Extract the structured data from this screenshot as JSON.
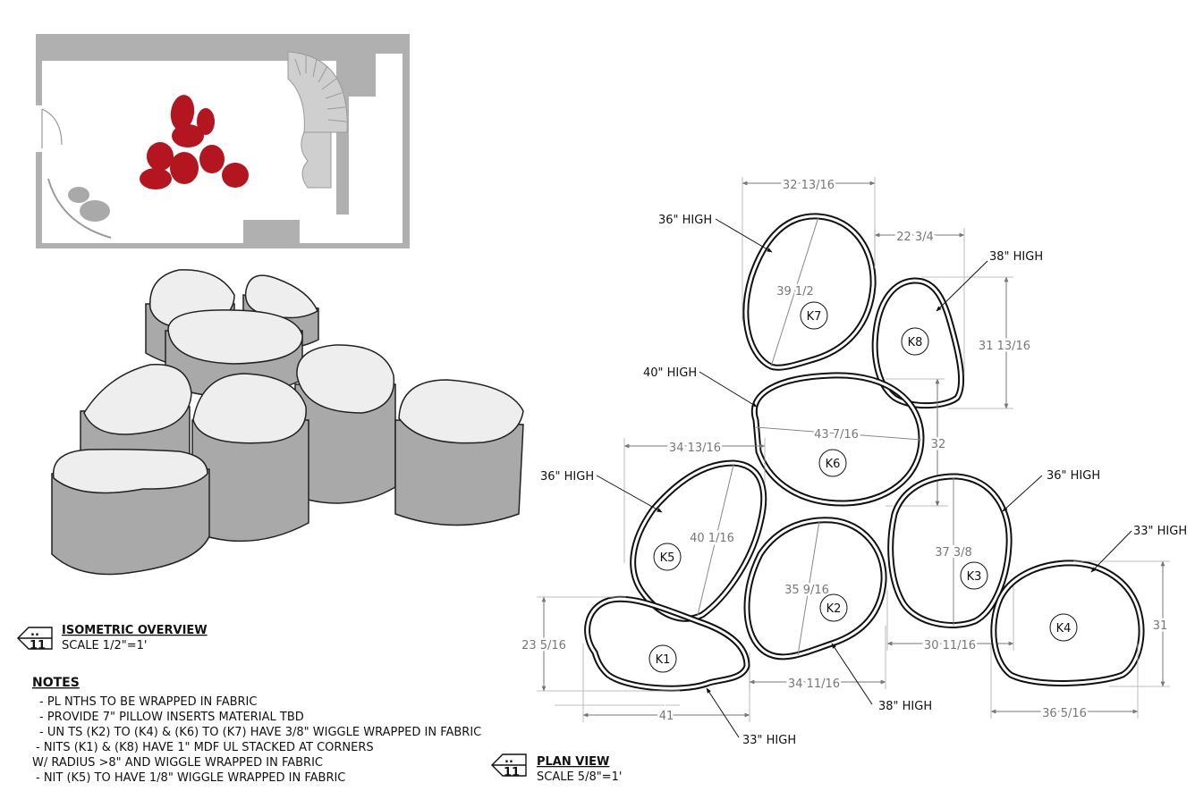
{
  "iso_title": {
    "label": "ISOMETRIC OVERVIEW",
    "scale": "SCALE 1/2\"=1'",
    "marker_num": "11",
    "marker_dots": ".."
  },
  "plan_title": {
    "label": "PLAN VIEW",
    "scale": "SCALE 5/8\"=1'",
    "marker_num": "11",
    "marker_dots": ".."
  },
  "notes": {
    "title": "NOTES",
    "lines": [
      "- PL NTHS TO BE WRAPPED IN FABRIC",
      "- PROVIDE 7\" PILLOW INSERTS MATERIAL TBD",
      "- UN TS (K2) TO (K4) & (K6) TO (K7) HAVE 3/8\" WIGGLE WRAPPED IN FABRIC",
      "-   NITS (K1) & (K8) HAVE 1\" MDF UL STACKED AT CORNERS",
      "W/ RADIUS >8\" AND WIGGLE WRAPPED IN FABRIC",
      "-   NIT (K5) TO HAVE 1/8\" WIGGLE WRAPPED IN FABRIC"
    ]
  },
  "units": {
    "K1": {
      "tag": "K1",
      "height": "33\" HIGH",
      "dim_w": "41",
      "dim_h": "23 5/16"
    },
    "K2": {
      "tag": "K2",
      "height": "38\" HIGH",
      "dim_w": "34 11/16",
      "dim_diag": "35 9/16"
    },
    "K3": {
      "tag": "K3",
      "height": "36\" HIGH",
      "dim_w": "30 11/16",
      "dim_diag": "37 3/8"
    },
    "K4": {
      "tag": "K4",
      "height": "33\" HIGH",
      "dim_w": "36 5/16",
      "dim_h": "31"
    },
    "K5": {
      "tag": "K5",
      "height": "36\" HIGH",
      "dim_w": "34 13/16",
      "dim_diag": "40 1/16"
    },
    "K6": {
      "tag": "K6",
      "height": "40\" HIGH",
      "dim_diag": "43 7/16",
      "dim_h": "32"
    },
    "K7": {
      "tag": "K7",
      "height": "36\" HIGH",
      "dim_w": "32 13/16",
      "dim_diag": "39 1/2"
    },
    "K8": {
      "tag": "K8",
      "height": "38\" HIGH",
      "dim_w": "22 3/4",
      "dim_h": "31 13/16"
    }
  },
  "colors": {
    "floorplan_wall": "#b0b0b0",
    "seat_accent": "#b3161e",
    "seat_grey": "#a9a9a9",
    "cushion": "#eeeeee",
    "outline": "#111111",
    "dimension": "#777777"
  }
}
